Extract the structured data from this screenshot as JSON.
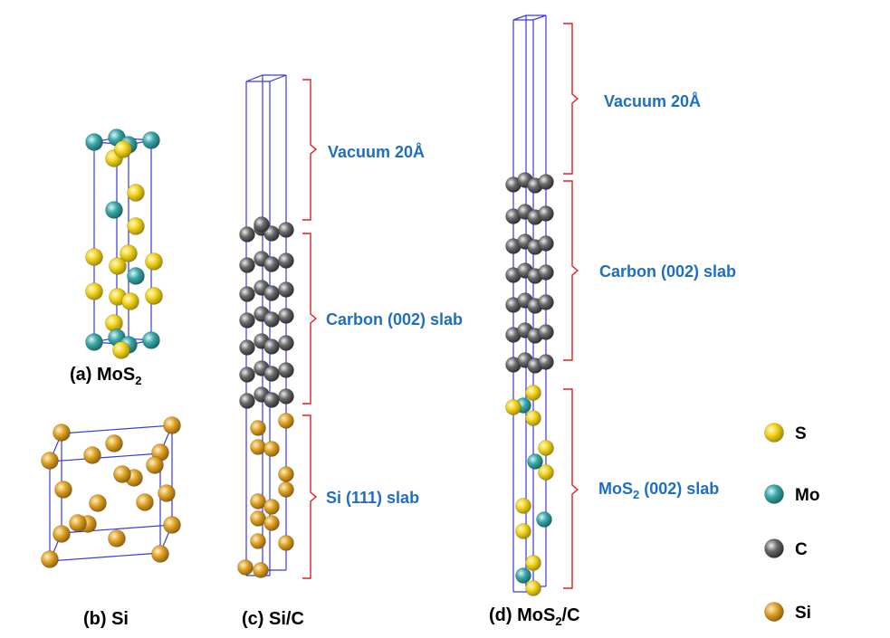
{
  "panels": {
    "a": {
      "caption_prefix": "(a) MoS",
      "caption_sub": "2"
    },
    "b": {
      "caption": "(b) Si"
    },
    "c": {
      "caption": "(c) Si/C",
      "vacuum": "Vacuum 20Å",
      "carbon": "Carbon (002) slab",
      "si": "Si (111) slab"
    },
    "d": {
      "caption_prefix": "(d) MoS",
      "caption_sub": "2",
      "caption_suffix": "/C",
      "vacuum": "Vacuum 20Å",
      "carbon": "Carbon (002) slab",
      "mos2_prefix": "MoS",
      "mos2_sub": "2",
      "mos2_suffix": " (002) slab"
    }
  },
  "legend": [
    {
      "label": "S",
      "color": "#f2d21b"
    },
    {
      "label": "Mo",
      "color": "#3aa7a7"
    },
    {
      "label": "C",
      "color": "#6b6b6b"
    },
    {
      "label": "Si",
      "color": "#e0a326"
    }
  ],
  "colors": {
    "brace": "#e02020",
    "label": "#1f6fbf",
    "cell": "#3a3ae0"
  }
}
